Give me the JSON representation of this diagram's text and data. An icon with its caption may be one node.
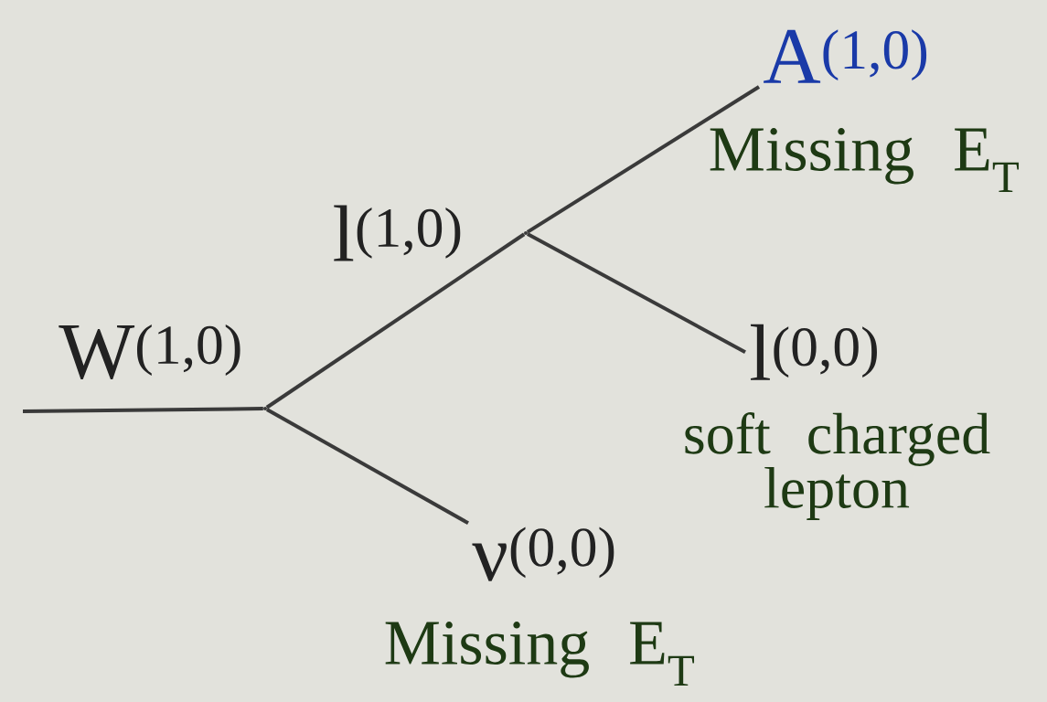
{
  "diagram": {
    "nodes": [
      {
        "text": [],
        "shape": "point"
      },
      {
        "text": [],
        "shape": "point"
      },
      {
        "text": [
          "A$^{(1,0)}$"
        ],
        "beside": [
          "Missing E$_{T}$"
        ]
      },
      {
        "text": [
          "l$^{(0,0)}$"
        ],
        "beside": [
          "soft charged lepton"
        ]
      },
      {
        "text": [
          "ν$^{(0,0)}$"
        ],
        "beside": [
          "Missing E$_{T}$"
        ]
      }
    ],
    "edges": [
      {
        "from": null,
        "to": 0,
        "arrow": "none",
        "label": "W$^{(1,0)}$"
      },
      {
        "from": 0,
        "to": 1,
        "arrow": "none",
        "label": "l$^{(1,0)}$"
      },
      {
        "from": 1,
        "to": 2,
        "arrow": "none"
      },
      {
        "from": 1,
        "to": 3,
        "arrow": "none"
      },
      {
        "from": 0,
        "to": 4,
        "arrow": "none"
      }
    ]
  }
}
